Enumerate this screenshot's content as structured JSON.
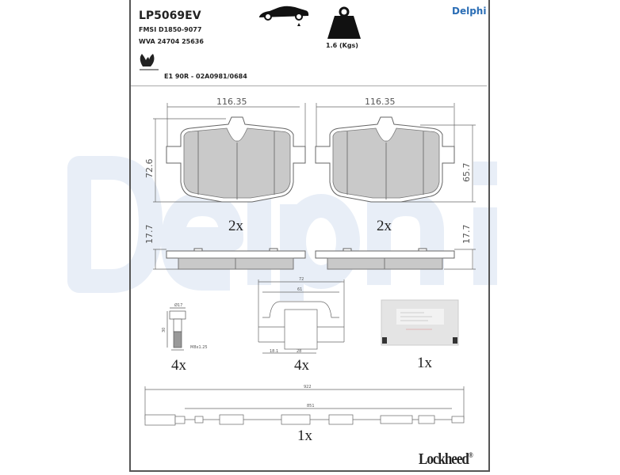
{
  "header": {
    "part_number": "LP5069EV",
    "fmsi": "FMSI D1850-9077",
    "wva": "WVA 24704 25636",
    "approval": "E1 90R - 02A0981/0684",
    "weight": "1.6 (Kgs)",
    "brand": "Delphi",
    "icons": [
      "car-rear-axle-icon",
      "weight-icon",
      "eco-leaf-icon"
    ]
  },
  "watermark": "Delphi",
  "pads": {
    "width_left": "116.35",
    "height_left": "72.6",
    "thickness_left": "17.7",
    "width_right": "116.35",
    "height_right": "65.7",
    "thickness_right": "17.7",
    "qty_left": "2x",
    "qty_right": "2x"
  },
  "accessories": {
    "bolt": {
      "dia": "Ø17",
      "length": "30",
      "thread": "M8x1.25",
      "qty": "4x"
    },
    "clip": {
      "overall": "72",
      "inner": "61",
      "offset": "18.1",
      "width": "28",
      "qty": "4x"
    },
    "grease_sachet": {
      "qty": "1x"
    }
  },
  "sensor": {
    "overall": "922",
    "inner": "851",
    "qty": "1x"
  },
  "footer": {
    "brand": "Lockheed",
    "reg": "®"
  },
  "colors": {
    "brand_blue": "#2a6db5",
    "watermark": "#e8eef7",
    "friction": "#c9c9c9"
  }
}
